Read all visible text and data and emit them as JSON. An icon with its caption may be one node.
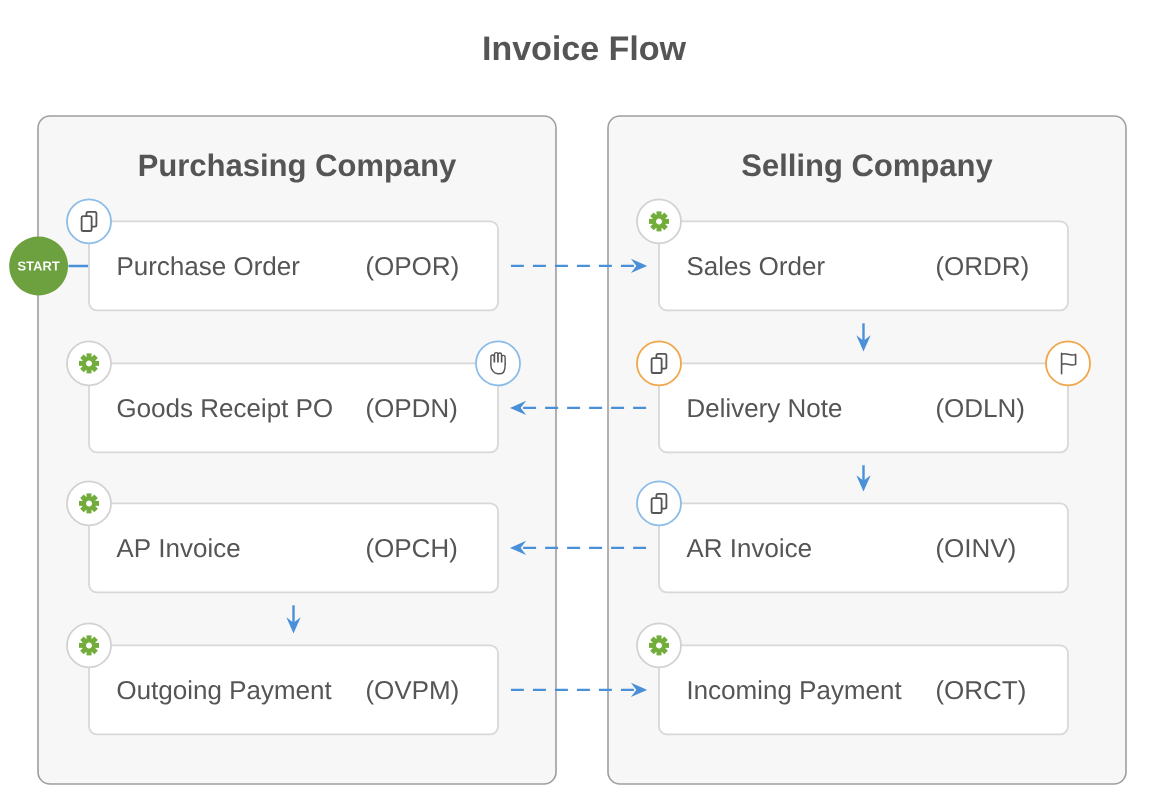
{
  "diagram": {
    "title": "Invoice Flow",
    "nodes": [
      {
        "text": [
          "Purchasing Company"
        ]
      },
      {
        "text": [
          "START"
        ]
      },
      {
        "text": [
          "Purchase Order",
          "(OPOR)"
        ],
        "in": 0
      },
      {
        "text": [
          "Goods Receipt PO",
          "(OPDN)"
        ],
        "in": 0
      },
      {
        "text": [
          "AP Invoice",
          "(OPCH)"
        ],
        "in": 0
      },
      {
        "text": [
          "Outgoing Payment",
          "(OVPM)"
        ],
        "in": 0
      },
      {
        "text": [
          "Selling Company"
        ]
      },
      {
        "text": [
          "Sales Order",
          "(ORDR)"
        ],
        "in": 6
      },
      {
        "text": [
          "Delivery Note",
          "(ODLN)"
        ],
        "in": 6
      },
      {
        "text": [
          "AR Invoice",
          "(OINV)"
        ],
        "in": 6
      },
      {
        "text": [
          "Incoming Payment",
          "(ORCT)"
        ],
        "in": 6
      }
    ],
    "edges": [
      {
        "from": 1,
        "to": 2,
        "arrow": "none"
      },
      {
        "from": 2,
        "to": 7,
        "arrow": "to",
        "style": "dashed"
      },
      {
        "from": 7,
        "to": 8,
        "arrow": "to"
      },
      {
        "from": 8,
        "to": 3,
        "arrow": "to",
        "style": "dashed"
      },
      {
        "from": 8,
        "to": 9,
        "arrow": "to"
      },
      {
        "from": 9,
        "to": 4,
        "arrow": "to",
        "style": "dashed"
      },
      {
        "from": 4,
        "to": 5,
        "arrow": "to"
      },
      {
        "from": 5,
        "to": 10,
        "arrow": "to",
        "style": "dashed"
      }
    ]
  }
}
